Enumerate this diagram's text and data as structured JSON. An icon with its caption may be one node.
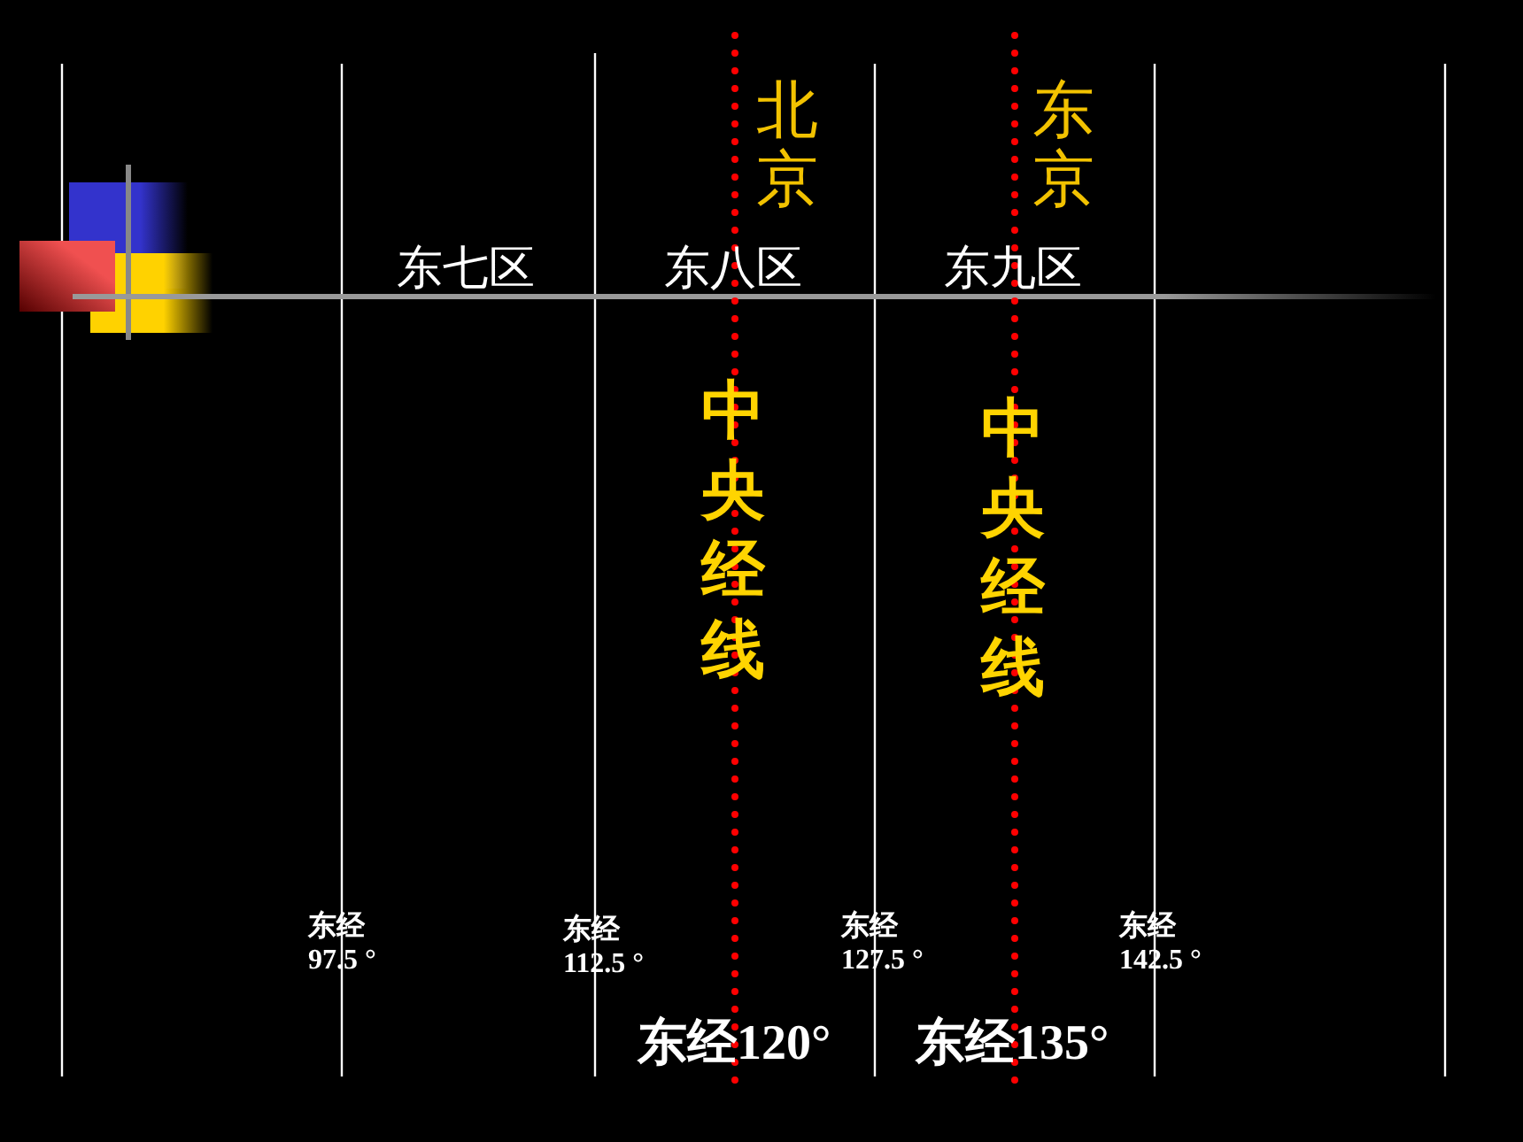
{
  "diagram": {
    "labels": [
      "北京",
      "东京",
      "东七区",
      "东八区",
      "东九区",
      "中央经线",
      "中央经线",
      "东经97.5 °",
      "东经112.5 °",
      "东经127.5 °",
      "东经142.5 °",
      "东经120°",
      "东经135°"
    ]
  }
}
